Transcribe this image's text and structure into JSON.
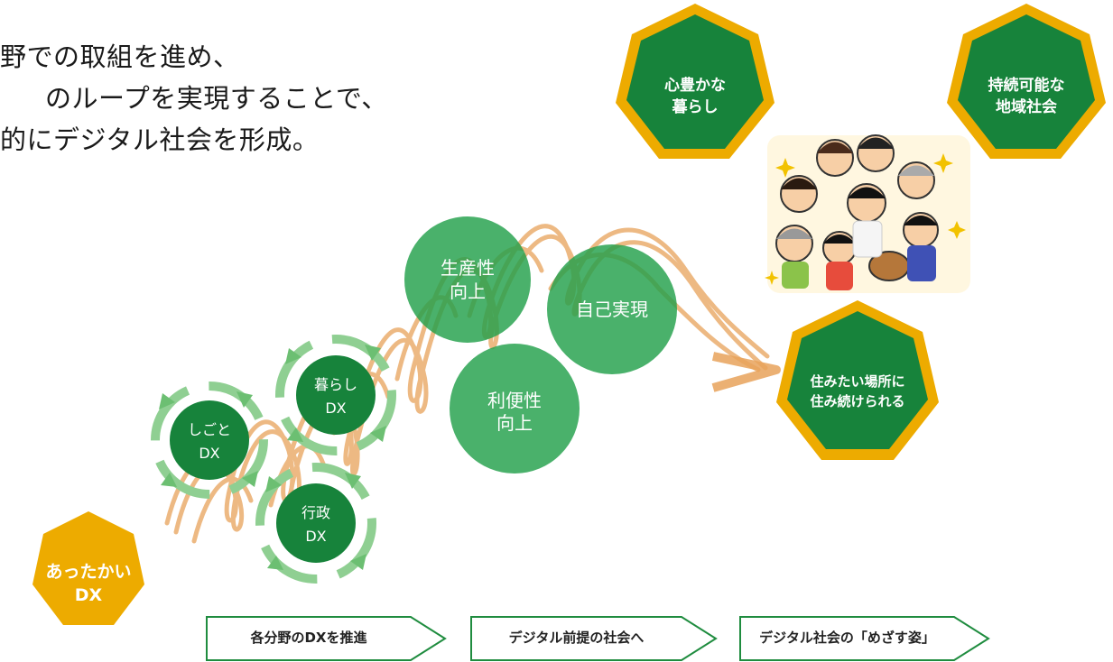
{
  "intro_lines": [
    "野での取組を進め、",
    "のループを実現することで、",
    "的にデジタル社会を形成。"
  ],
  "goals": [
    {
      "id": "goal-rich-life",
      "lines": [
        "心豊かな",
        "暮らし"
      ]
    },
    {
      "id": "goal-sustainable",
      "lines": [
        "持続可能な",
        "地域社会"
      ]
    },
    {
      "id": "goal-live-where",
      "lines": [
        "住みたい場所に",
        "住み続けられる"
      ]
    }
  ],
  "outcomes": [
    {
      "id": "productivity",
      "lines": [
        "生産性",
        "向上"
      ]
    },
    {
      "id": "self-realization",
      "lines": [
        "自己実現"
      ]
    },
    {
      "id": "convenience",
      "lines": [
        "利便性",
        "向上"
      ]
    }
  ],
  "dx_cycles": [
    {
      "id": "work-dx",
      "lines": [
        "しごと",
        "DX"
      ]
    },
    {
      "id": "life-dx",
      "lines": [
        "暮らし",
        "DX"
      ]
    },
    {
      "id": "admin-dx",
      "lines": [
        "行政",
        "DX"
      ]
    }
  ],
  "warm_dx": {
    "lines": [
      "あったかい",
      "DX"
    ]
  },
  "steps": [
    {
      "id": "step-promote",
      "label": "各分野のDXを推進"
    },
    {
      "id": "step-digital-society",
      "label": "デジタル前提の社会へ"
    },
    {
      "id": "step-goal",
      "label": "デジタル社会の「めざす姿」"
    }
  ],
  "colors": {
    "green_dark": "#17833b",
    "green_mid": "#22a04b",
    "green_light": "#8fcf92",
    "gold": "#edab00",
    "arrow_outline": "#1f8c3f",
    "swirl": "#e8a25a"
  },
  "people_illustration": {
    "icon": "family-group-cheering-icon"
  }
}
